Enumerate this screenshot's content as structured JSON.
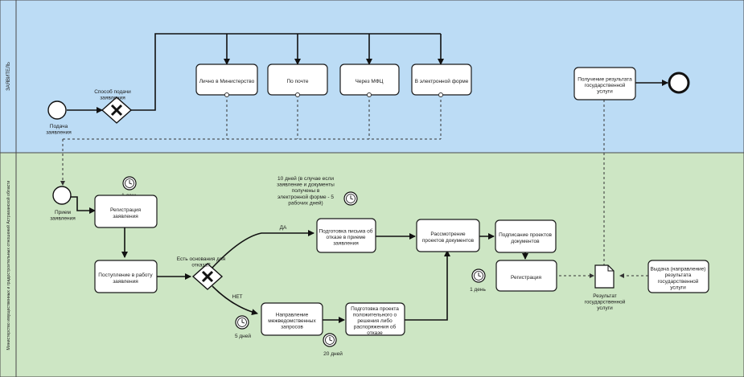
{
  "lanes": {
    "top": {
      "label": "ЗАЯВИТЕЛЬ",
      "color": "#bcdcf5"
    },
    "bottom": {
      "label": "Министерство имущественных и градостроительных отношений Астраханской области",
      "color": "#cde6c4"
    }
  },
  "events": {
    "start_label": "Подача заявления",
    "receive_label": "Прием заявления"
  },
  "gateways": {
    "submission_label": "Способ подачи заявления",
    "grounds_label": "Есть основания для отказа?",
    "yes_label": "ДА",
    "no_label": "НЕТ"
  },
  "tasks": {
    "ministry": "Лично в Министерство",
    "post": "По почте",
    "mfc": "Через МФЦ",
    "electronic": "В электронной форме",
    "receive_result": "Получение результата государственной услуги",
    "registration": "Регистрация заявления",
    "to_work": "Поступление в работу заявления",
    "refusal_letter": "Подготовка письма об отказе в приеме заявления",
    "review": "Рассмотрение проектов документов",
    "signing": "Подписание проектов документов",
    "register": "Регистрация",
    "interagency": "Направление межведомственных запросов",
    "draft_decision": "Подготовка проекта положительного о решения либо распоряжения об отказе",
    "issue": "Выдача (направление) результата государственной услуги"
  },
  "timers": {
    "registration": "1 день",
    "refusal_letter": "10 дней (в случае если заявление и документы получены в электронной форме - 5 рабочих дней)",
    "register": "1 день",
    "interagency": "5 дней",
    "draft_decision": "20 дней"
  },
  "artifact_label": "Результат государственной услуги"
}
